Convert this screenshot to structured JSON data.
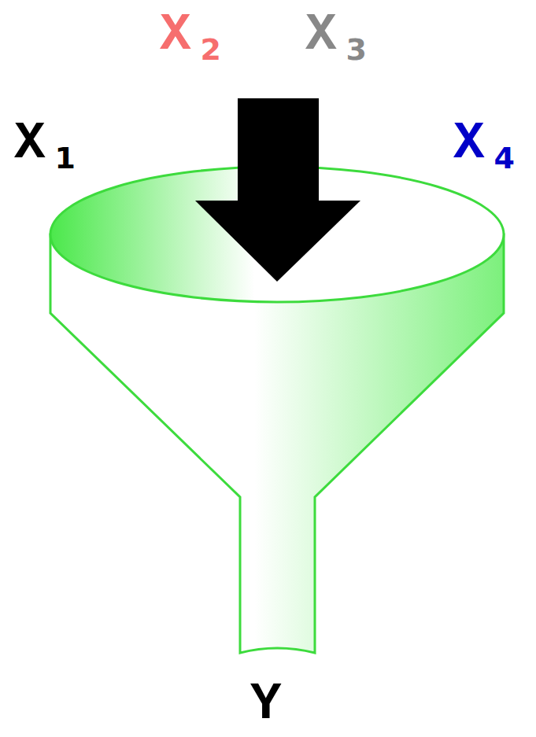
{
  "diagram": {
    "labels": [
      "X1",
      "X2",
      "X3",
      "X4",
      "Y"
    ]
  }
}
